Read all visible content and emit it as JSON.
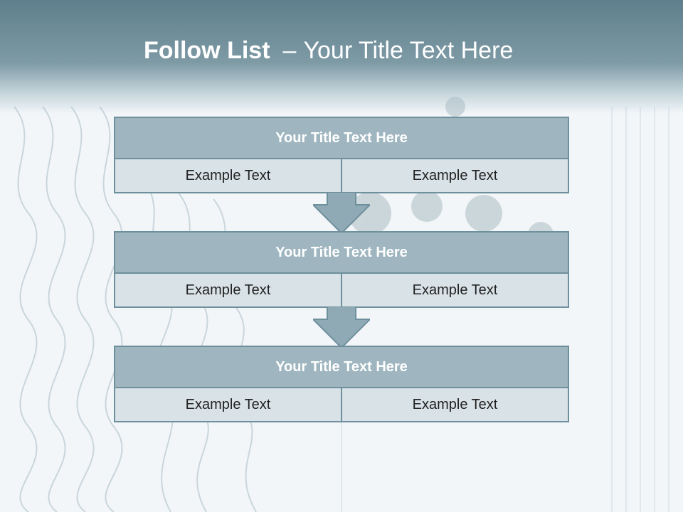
{
  "slide": {
    "title_bold": "Follow List",
    "title_dash": "–",
    "title_rest": "Your Title Text Here"
  },
  "colors": {
    "header": "#6f8e9a",
    "block_title_fill": "#9fb6c0",
    "block_border": "#6e8f9c",
    "cell_fill": "#d9e2e7",
    "arrow_fill": "#8faab5"
  },
  "steps": [
    {
      "title": "Your Title Text Here",
      "left": "Example Text",
      "right": "Example Text"
    },
    {
      "title": "Your Title Text Here",
      "left": "Example Text",
      "right": "Example Text"
    },
    {
      "title": "Your Title Text Here",
      "left": "Example Text",
      "right": "Example Text"
    }
  ],
  "icons": {
    "arrow": "down-arrow-icon"
  }
}
